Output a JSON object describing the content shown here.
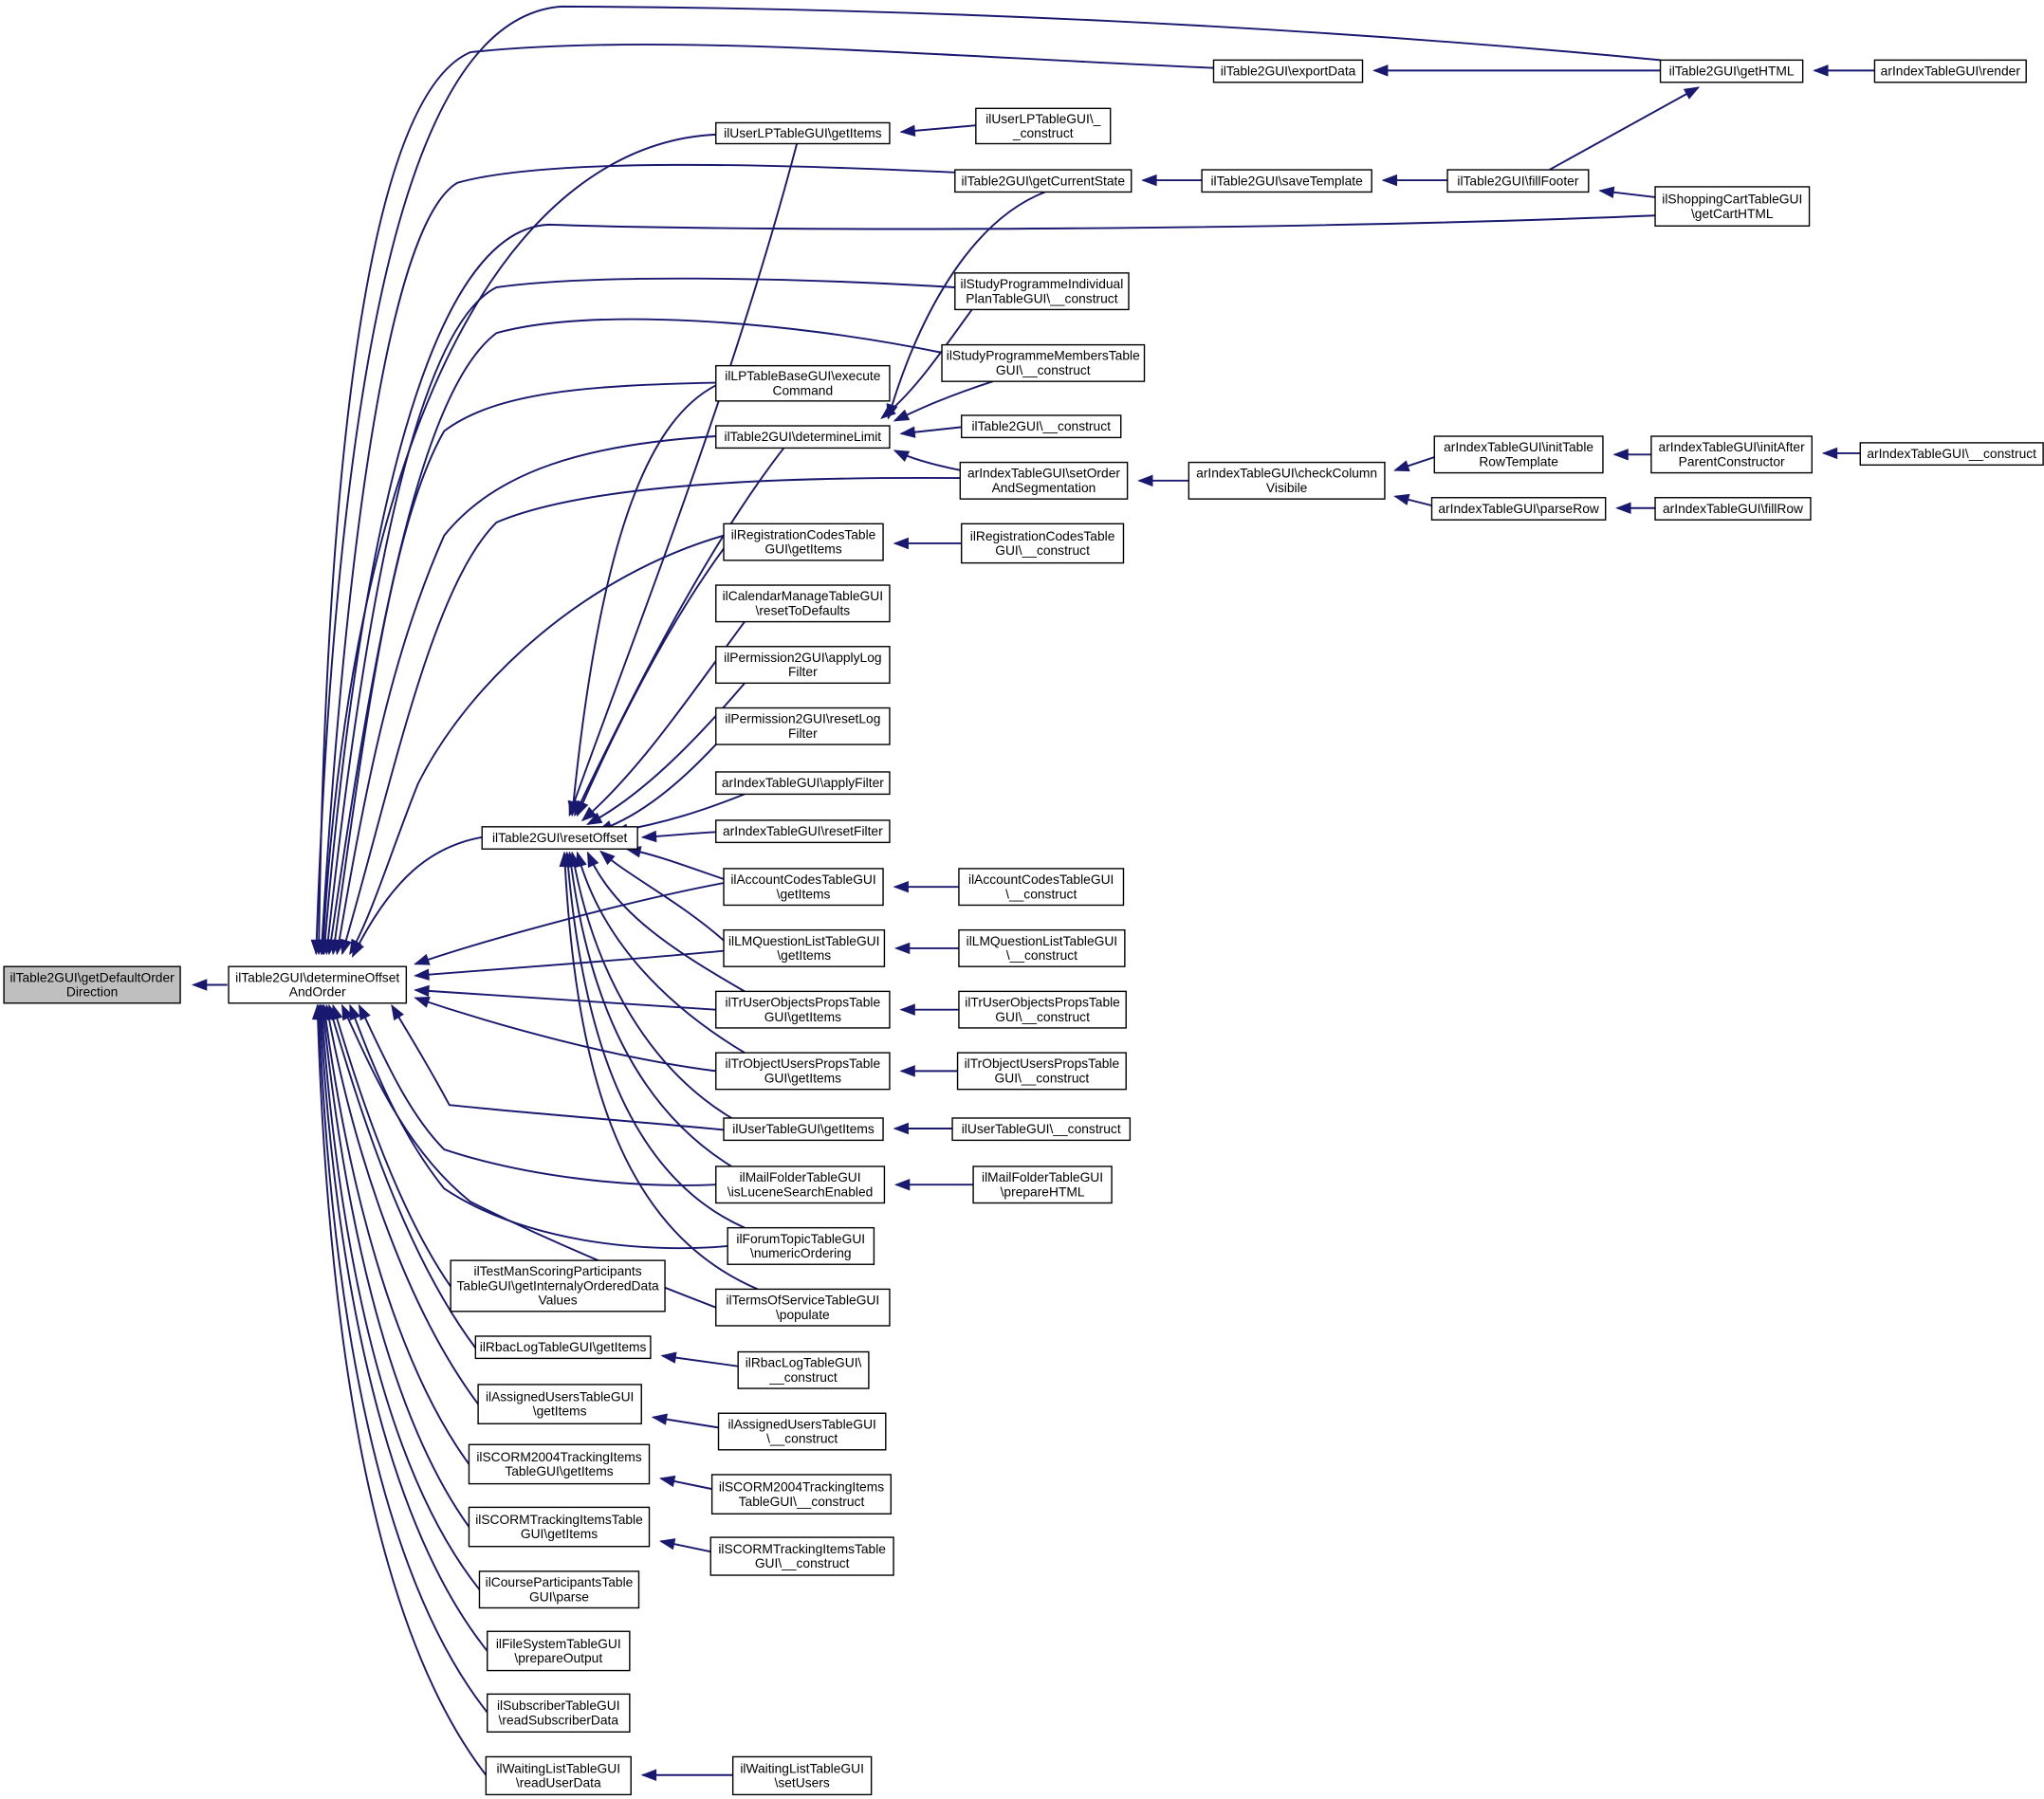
{
  "diagram": {
    "type": "call-graph",
    "colors": {
      "edge": "#191970",
      "node_border": "#000000",
      "node_fill": "#ffffff",
      "root_fill": "#bfbfbf"
    },
    "nodes": [
      {
        "id": "n0",
        "lines": [
          "ilTable2GUI\\getDefaultOrder",
          "Direction"
        ],
        "root": true
      },
      {
        "id": "n1",
        "lines": [
          "ilTable2GUI\\determineOffset",
          "AndOrder"
        ]
      },
      {
        "id": "n2",
        "lines": [
          "ilTable2GUI\\resetOffset"
        ]
      },
      {
        "id": "n3",
        "lines": [
          "ilUserLPTableGUI\\getItems"
        ]
      },
      {
        "id": "n4",
        "lines": [
          "ilUserLPTableGUI\\_",
          "_construct"
        ]
      },
      {
        "id": "n5",
        "lines": [
          "ilTable2GUI\\exportData"
        ]
      },
      {
        "id": "n6",
        "lines": [
          "ilTable2GUI\\getHTML"
        ]
      },
      {
        "id": "n7",
        "lines": [
          "arIndexTableGUI\\render"
        ]
      },
      {
        "id": "n8",
        "lines": [
          "ilTable2GUI\\getCurrentState"
        ]
      },
      {
        "id": "n9",
        "lines": [
          "ilTable2GUI\\saveTemplate"
        ]
      },
      {
        "id": "n10",
        "lines": [
          "ilTable2GUI\\fillFooter"
        ]
      },
      {
        "id": "n11",
        "lines": [
          "ilShoppingCartTableGUI",
          "\\getCartHTML"
        ]
      },
      {
        "id": "n12",
        "lines": [
          "ilStudyProgrammeIndividual",
          "PlanTableGUI\\__construct"
        ]
      },
      {
        "id": "n13",
        "lines": [
          "ilStudyProgrammeMembersTable",
          "GUI\\__construct"
        ]
      },
      {
        "id": "n14",
        "lines": [
          "ilLPTableBaseGUI\\execute",
          "Command"
        ]
      },
      {
        "id": "n15",
        "lines": [
          "ilTable2GUI\\determineLimit"
        ]
      },
      {
        "id": "n16",
        "lines": [
          "ilTable2GUI\\__construct"
        ]
      },
      {
        "id": "n17",
        "lines": [
          "arIndexTableGUI\\setOrder",
          "AndSegmentation"
        ]
      },
      {
        "id": "n18",
        "lines": [
          "arIndexTableGUI\\checkColumn",
          "Visibile"
        ]
      },
      {
        "id": "n19",
        "lines": [
          "arIndexTableGUI\\initTable",
          "RowTemplate"
        ]
      },
      {
        "id": "n20",
        "lines": [
          "arIndexTableGUI\\initAfter",
          "ParentConstructor"
        ]
      },
      {
        "id": "n21",
        "lines": [
          "arIndexTableGUI\\__construct"
        ]
      },
      {
        "id": "n22",
        "lines": [
          "arIndexTableGUI\\parseRow"
        ]
      },
      {
        "id": "n23",
        "lines": [
          "arIndexTableGUI\\fillRow"
        ]
      },
      {
        "id": "n24",
        "lines": [
          "ilRegistrationCodesTable",
          "GUI\\getItems"
        ]
      },
      {
        "id": "n25",
        "lines": [
          "ilRegistrationCodesTable",
          "GUI\\__construct"
        ]
      },
      {
        "id": "n26",
        "lines": [
          "ilCalendarManageTableGUI",
          "\\resetToDefaults"
        ]
      },
      {
        "id": "n27",
        "lines": [
          "ilPermission2GUI\\applyLog",
          "Filter"
        ]
      },
      {
        "id": "n28",
        "lines": [
          "ilPermission2GUI\\resetLog",
          "Filter"
        ]
      },
      {
        "id": "n29",
        "lines": [
          "arIndexTableGUI\\applyFilter"
        ]
      },
      {
        "id": "n30",
        "lines": [
          "arIndexTableGUI\\resetFilter"
        ]
      },
      {
        "id": "n31",
        "lines": [
          "ilAccountCodesTableGUI",
          "\\getItems"
        ]
      },
      {
        "id": "n32",
        "lines": [
          "ilAccountCodesTableGUI",
          "\\__construct"
        ]
      },
      {
        "id": "n33",
        "lines": [
          "ilLMQuestionListTableGUI",
          "\\getItems"
        ]
      },
      {
        "id": "n34",
        "lines": [
          "ilLMQuestionListTableGUI",
          "\\__construct"
        ]
      },
      {
        "id": "n35",
        "lines": [
          "ilTrUserObjectsPropsTable",
          "GUI\\getItems"
        ]
      },
      {
        "id": "n36",
        "lines": [
          "ilTrUserObjectsPropsTable",
          "GUI\\__construct"
        ]
      },
      {
        "id": "n37",
        "lines": [
          "ilTrObjectUsersPropsTable",
          "GUI\\getItems"
        ]
      },
      {
        "id": "n38",
        "lines": [
          "ilTrObjectUsersPropsTable",
          "GUI\\__construct"
        ]
      },
      {
        "id": "n39",
        "lines": [
          "ilUserTableGUI\\getItems"
        ]
      },
      {
        "id": "n40",
        "lines": [
          "ilUserTableGUI\\__construct"
        ]
      },
      {
        "id": "n41",
        "lines": [
          "ilMailFolderTableGUI",
          "\\isLuceneSearchEnabled"
        ]
      },
      {
        "id": "n42",
        "lines": [
          "ilMailFolderTableGUI",
          "\\prepareHTML"
        ]
      },
      {
        "id": "n43",
        "lines": [
          "ilForumTopicTableGUI",
          "\\numericOrdering"
        ]
      },
      {
        "id": "n44",
        "lines": [
          "ilTermsOfServiceTableGUI",
          "\\populate"
        ]
      },
      {
        "id": "n45",
        "lines": [
          "ilTestManScoringParticipants",
          "TableGUI\\getInternalyOrderedData",
          "Values"
        ]
      },
      {
        "id": "n46",
        "lines": [
          "ilRbacLogTableGUI\\getItems"
        ]
      },
      {
        "id": "n47",
        "lines": [
          "ilRbacLogTableGUI\\",
          "__construct"
        ]
      },
      {
        "id": "n48",
        "lines": [
          "ilAssignedUsersTableGUI",
          "\\getItems"
        ]
      },
      {
        "id": "n49",
        "lines": [
          "ilAssignedUsersTableGUI",
          "\\__construct"
        ]
      },
      {
        "id": "n50",
        "lines": [
          "ilSCORM2004TrackingItems",
          "TableGUI\\getItems"
        ]
      },
      {
        "id": "n51",
        "lines": [
          "ilSCORM2004TrackingItems",
          "TableGUI\\__construct"
        ]
      },
      {
        "id": "n52",
        "lines": [
          "ilSCORMTrackingItemsTable",
          "GUI\\getItems"
        ]
      },
      {
        "id": "n53",
        "lines": [
          "ilSCORMTrackingItemsTable",
          "GUI\\__construct"
        ]
      },
      {
        "id": "n54",
        "lines": [
          "ilCourseParticipantsTable",
          "GUI\\parse"
        ]
      },
      {
        "id": "n55",
        "lines": [
          "ilFileSystemTableGUI",
          "\\prepareOutput"
        ]
      },
      {
        "id": "n56",
        "lines": [
          "ilSubscriberTableGUI",
          "\\readSubscriberData"
        ]
      },
      {
        "id": "n57",
        "lines": [
          "ilWaitingListTableGUI",
          "\\readUserData"
        ]
      },
      {
        "id": "n58",
        "lines": [
          "ilWaitingListTableGUI",
          "\\setUsers"
        ]
      }
    ],
    "edges": [
      [
        "n1",
        "n0"
      ],
      [
        "n2",
        "n1"
      ],
      [
        "n3",
        "n1"
      ],
      [
        "n5",
        "n1"
      ],
      [
        "n6",
        "n1"
      ],
      [
        "n8",
        "n1"
      ],
      [
        "n11",
        "n1"
      ],
      [
        "n12",
        "n1"
      ],
      [
        "n13",
        "n1"
      ],
      [
        "n14",
        "n1"
      ],
      [
        "n15",
        "n1"
      ],
      [
        "n17",
        "n1"
      ],
      [
        "n24",
        "n1"
      ],
      [
        "n31",
        "n1"
      ],
      [
        "n33",
        "n1"
      ],
      [
        "n35",
        "n1"
      ],
      [
        "n37",
        "n1"
      ],
      [
        "n39",
        "n1"
      ],
      [
        "n41",
        "n1"
      ],
      [
        "n43",
        "n1"
      ],
      [
        "n44",
        "n1"
      ],
      [
        "n45",
        "n1"
      ],
      [
        "n46",
        "n1"
      ],
      [
        "n48",
        "n1"
      ],
      [
        "n50",
        "n1"
      ],
      [
        "n52",
        "n1"
      ],
      [
        "n54",
        "n1"
      ],
      [
        "n55",
        "n1"
      ],
      [
        "n56",
        "n1"
      ],
      [
        "n57",
        "n1"
      ],
      [
        "n3",
        "n2"
      ],
      [
        "n14",
        "n2"
      ],
      [
        "n15",
        "n2"
      ],
      [
        "n24",
        "n2"
      ],
      [
        "n26",
        "n2"
      ],
      [
        "n27",
        "n2"
      ],
      [
        "n28",
        "n2"
      ],
      [
        "n29",
        "n2"
      ],
      [
        "n30",
        "n2"
      ],
      [
        "n31",
        "n2"
      ],
      [
        "n33",
        "n2"
      ],
      [
        "n35",
        "n2"
      ],
      [
        "n37",
        "n2"
      ],
      [
        "n39",
        "n2"
      ],
      [
        "n41",
        "n2"
      ],
      [
        "n43",
        "n2"
      ],
      [
        "n44",
        "n2"
      ],
      [
        "n4",
        "n3"
      ],
      [
        "n6",
        "n5"
      ],
      [
        "n7",
        "n6"
      ],
      [
        "n10",
        "n6"
      ],
      [
        "n9",
        "n8"
      ],
      [
        "n10",
        "n9"
      ],
      [
        "n11",
        "n10"
      ],
      [
        "n8",
        "n15"
      ],
      [
        "n12",
        "n15"
      ],
      [
        "n13",
        "n15"
      ],
      [
        "n16",
        "n15"
      ],
      [
        "n17",
        "n15"
      ],
      [
        "n18",
        "n17"
      ],
      [
        "n19",
        "n18"
      ],
      [
        "n22",
        "n18"
      ],
      [
        "n20",
        "n19"
      ],
      [
        "n21",
        "n20"
      ],
      [
        "n23",
        "n22"
      ],
      [
        "n25",
        "n24"
      ],
      [
        "n32",
        "n31"
      ],
      [
        "n34",
        "n33"
      ],
      [
        "n36",
        "n35"
      ],
      [
        "n38",
        "n37"
      ],
      [
        "n40",
        "n39"
      ],
      [
        "n42",
        "n41"
      ],
      [
        "n47",
        "n46"
      ],
      [
        "n49",
        "n48"
      ],
      [
        "n51",
        "n50"
      ],
      [
        "n53",
        "n52"
      ],
      [
        "n58",
        "n57"
      ]
    ]
  }
}
